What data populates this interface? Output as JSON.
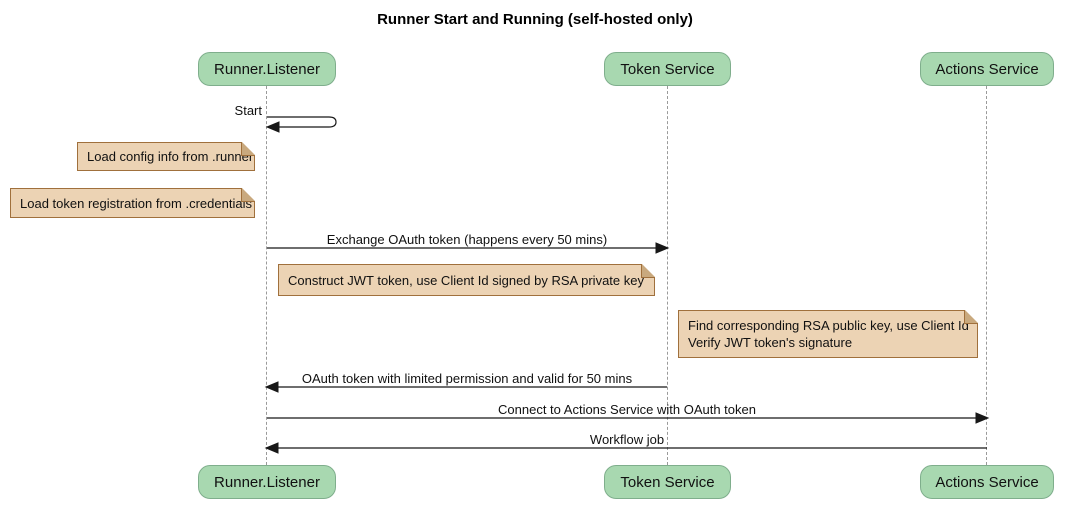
{
  "title": "Runner Start and Running (self-hosted only)",
  "diagram_type": "sequence-diagram",
  "participants": [
    {
      "name": "Runner.Listener"
    },
    {
      "name": "Token Service"
    },
    {
      "name": "Actions Service"
    }
  ],
  "messages": [
    {
      "label": "Start",
      "from": "Runner.Listener",
      "to": "Runner.Listener",
      "type": "self"
    },
    {
      "label": "Exchange OAuth token (happens every 50 mins)",
      "from": "Runner.Listener",
      "to": "Token Service",
      "type": "solid-arrow"
    },
    {
      "label": "OAuth token with limited permission and valid for 50 mins",
      "from": "Token Service",
      "to": "Runner.Listener",
      "type": "solid-arrow"
    },
    {
      "label": "Connect to Actions Service with OAuth token",
      "from": "Runner.Listener",
      "to": "Actions Service",
      "type": "solid-arrow"
    },
    {
      "label": "Workflow job",
      "from": "Actions Service",
      "to": "Runner.Listener",
      "type": "solid-arrow"
    }
  ],
  "notes": [
    {
      "text": "Load config info from .runner",
      "position": "left of Runner.Listener"
    },
    {
      "text": "Load token registration from .credentials",
      "position": "left of Runner.Listener"
    },
    {
      "text": "Construct JWT token, use Client Id signed by RSA private key",
      "position": "over Runner.Listener to Token Service"
    },
    {
      "lines": [
        "Find corresponding RSA public key, use Client Id",
        "Verify JWT token's signature"
      ],
      "position": "left of Actions Service"
    }
  ],
  "colors": {
    "participant_fill": "#a8d8b0",
    "participant_border": "#7fae8c",
    "note_fill": "#ecd3b4",
    "note_border": "#a0703c",
    "lifeline": "#9a9a9a",
    "arrow": "#181818",
    "background": "#ffffff"
  }
}
